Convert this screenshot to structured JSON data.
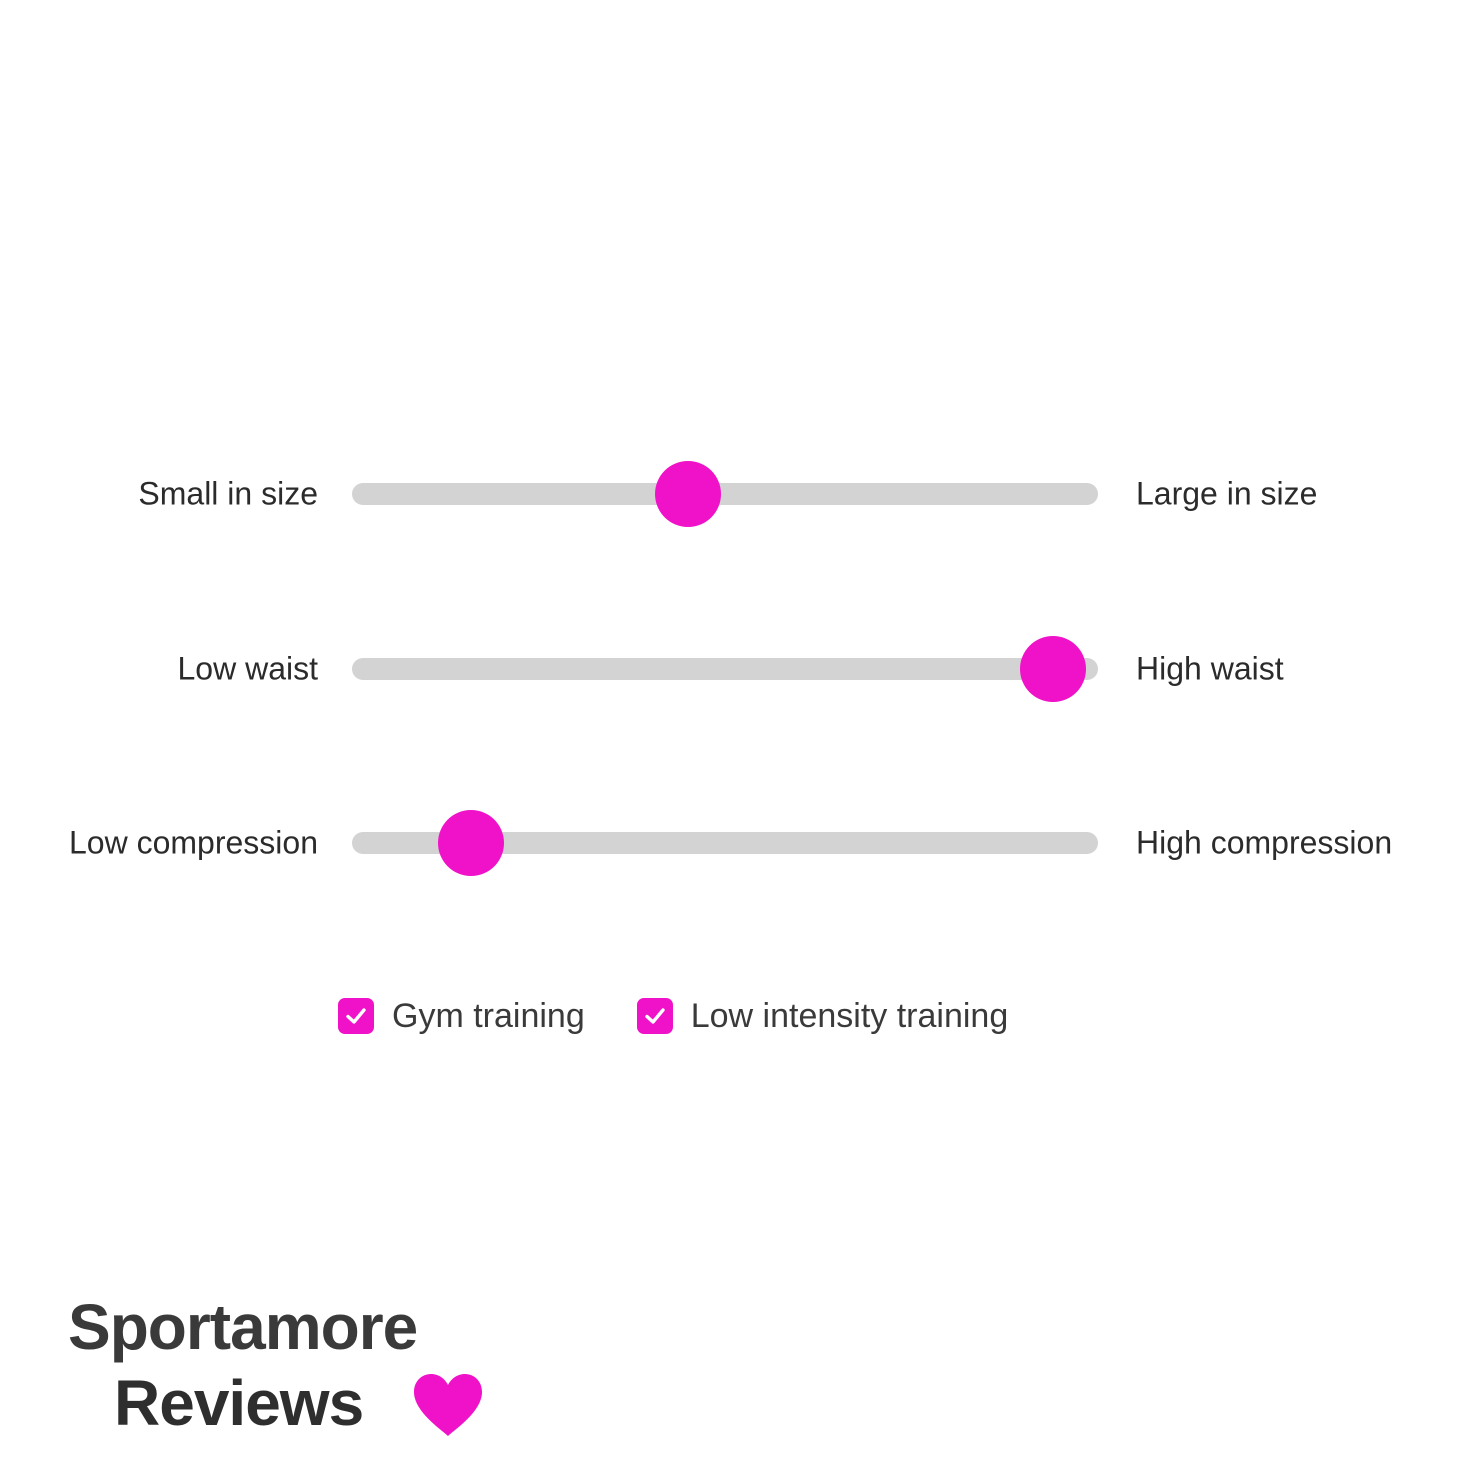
{
  "sliders": [
    {
      "left_label": "Small in size",
      "right_label": "Large in size",
      "value": 0.45
    },
    {
      "left_label": "Low waist",
      "right_label": "High waist",
      "value": 0.94
    },
    {
      "left_label": "Low compression",
      "right_label": "High compression",
      "value": 0.16
    }
  ],
  "checkboxes": [
    {
      "label": "Gym training",
      "checked": true
    },
    {
      "label": "Low intensity training",
      "checked": true
    }
  ],
  "logo": {
    "line1": "Sportamore",
    "line2": "Reviews"
  },
  "colors": {
    "accent": "#f012c8",
    "track": "#d3d3d3",
    "text": "#2b2b2b"
  },
  "icons": {
    "checkbox": "check-icon",
    "logo": "heart-icon"
  }
}
